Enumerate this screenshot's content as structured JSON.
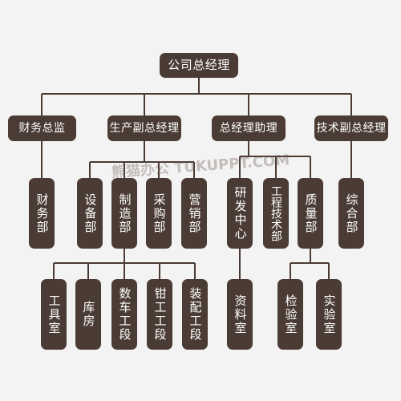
{
  "org": {
    "ceo": "公司总经理",
    "level2": [
      "财务总监",
      "生产副总经理",
      "总经理助理",
      "技术副总经理"
    ],
    "level3": [
      "财务部",
      "设备部",
      "制造部",
      "采购部",
      "营销部",
      "研发中心",
      "工程技术部",
      "质量部",
      "综合部"
    ],
    "level4_manufacturing": [
      "工具室",
      "库房",
      "数车工段",
      "钳工工段",
      "装配工段"
    ],
    "level4_rd": [
      "资料室"
    ],
    "level4_quality": [
      "检验室",
      "实验室"
    ]
  },
  "watermark": "熊猫办公 TUKUPPT.COM",
  "colors": {
    "box": "#4a3b34",
    "text": "#ffffff",
    "background": "#f4f3f3"
  }
}
